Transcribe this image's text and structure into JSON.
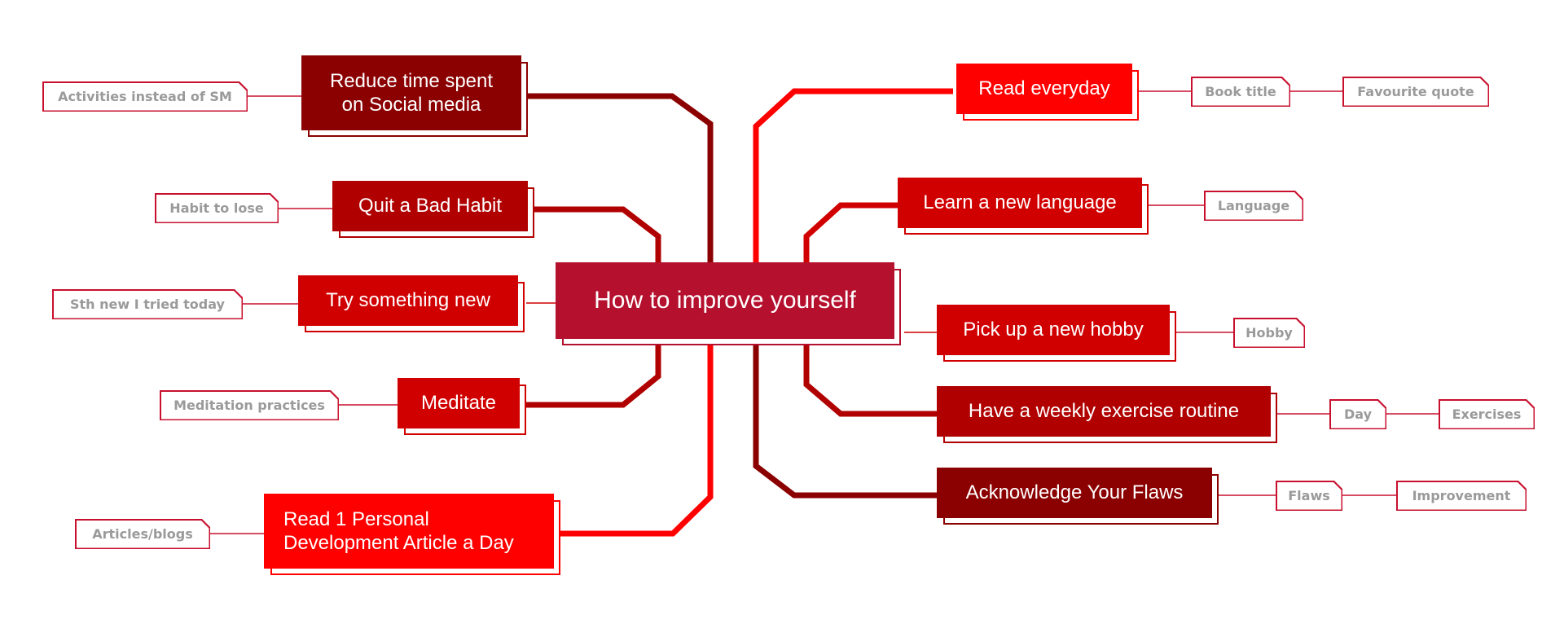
{
  "colors": {
    "bright_red": "#ff0000",
    "red": "#d10000",
    "mid_red": "#b00000",
    "dark_red": "#8b0000",
    "crimson": "#b5102e",
    "tag_border": "#c8102e",
    "tag_text": "#9a9a9a"
  },
  "center": {
    "label": "How to improve yourself"
  },
  "left_branches": [
    {
      "label_lines": [
        "Reduce time spent",
        "on Social media"
      ],
      "tags": [
        "Activities instead of SM"
      ]
    },
    {
      "label_lines": [
        "Quit a Bad Habit"
      ],
      "tags": [
        "Habit to lose"
      ]
    },
    {
      "label_lines": [
        "Try something new"
      ],
      "tags": [
        "Sth new I tried today"
      ]
    },
    {
      "label_lines": [
        "Meditate"
      ],
      "tags": [
        "Meditation practices"
      ]
    },
    {
      "label_lines": [
        "Read 1 Personal",
        "Development Article a Day"
      ],
      "tags": [
        "Articles/blogs"
      ]
    }
  ],
  "right_branches": [
    {
      "label_lines": [
        "Read everyday"
      ],
      "tags": [
        "Book title",
        "Favourite quote"
      ]
    },
    {
      "label_lines": [
        "Learn a new language"
      ],
      "tags": [
        "Language"
      ]
    },
    {
      "label_lines": [
        "Pick up a new hobby"
      ],
      "tags": [
        "Hobby"
      ]
    },
    {
      "label_lines": [
        "Have a weekly exercise routine"
      ],
      "tags": [
        "Day",
        "Exercises"
      ]
    },
    {
      "label_lines": [
        "Acknowledge Your Flaws"
      ],
      "tags": [
        "Flaws",
        "Improvement"
      ]
    }
  ]
}
